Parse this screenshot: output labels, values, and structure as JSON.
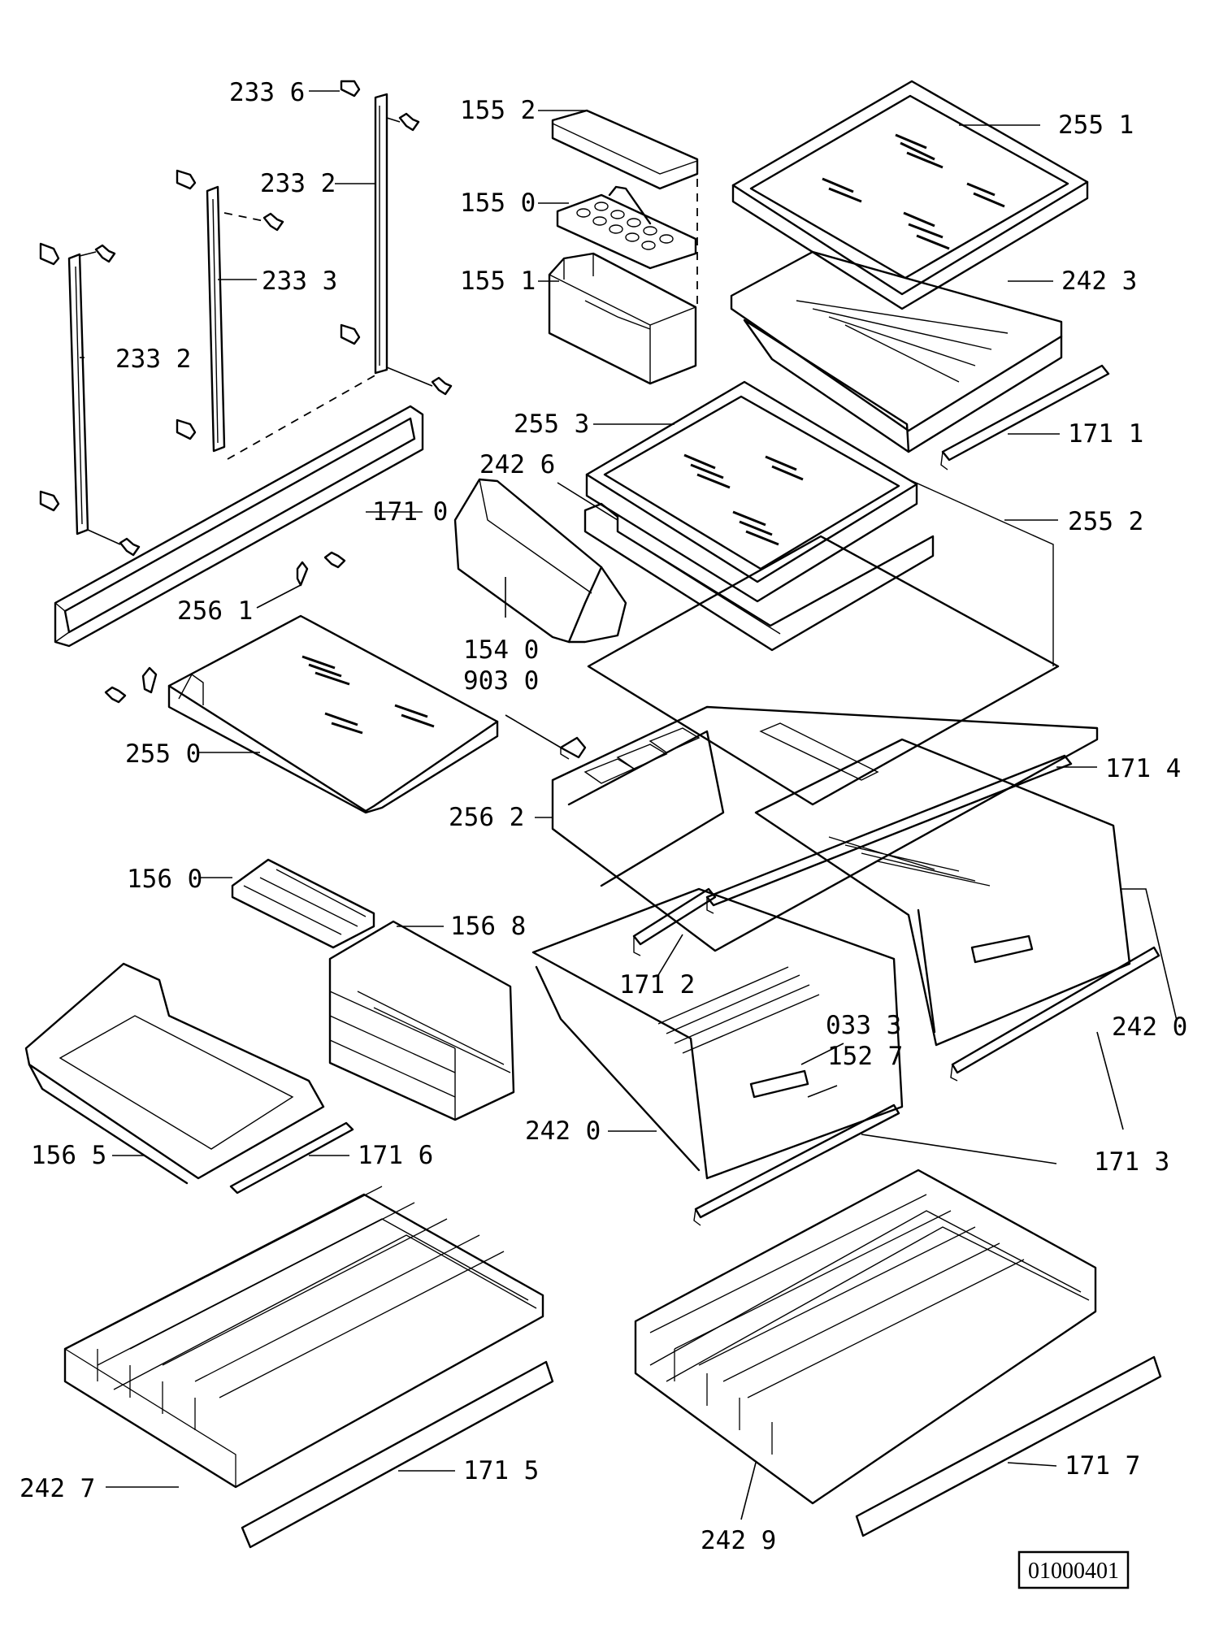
{
  "labels": {
    "l_233_6": "233 6",
    "l_233_2_top": "233 2",
    "l_233_3": "233 3",
    "l_233_2_left": "233 2",
    "l_155_2": "155 2",
    "l_155_0": "155 0",
    "l_155_1": "155 1",
    "l_255_1": "255 1",
    "l_242_3": "242 3",
    "l_171_1": "171 1",
    "l_255_3": "255 3",
    "l_242_6": "242 6",
    "l_255_2": "255 2",
    "l_171_0": "171 0",
    "l_256_1": "256 1",
    "l_154_0": "154 0",
    "l_903_0": "903 0",
    "l_255_0": "255 0",
    "l_171_4": "171 4",
    "l_256_2": "256 2",
    "l_156_0": "156 0",
    "l_156_8": "156 8",
    "l_171_2": "171 2",
    "l_242_0_right": "242 0",
    "l_033_3": "033 3",
    "l_152_7": "152 7",
    "l_156_5": "156 5",
    "l_171_6": "171 6",
    "l_242_0_left": "242 0",
    "l_171_3": "171 3",
    "l_242_7": "242 7",
    "l_171_5": "171 5",
    "l_171_7": "171 7",
    "l_242_9": "242 9"
  },
  "drawing_code": "01000401"
}
